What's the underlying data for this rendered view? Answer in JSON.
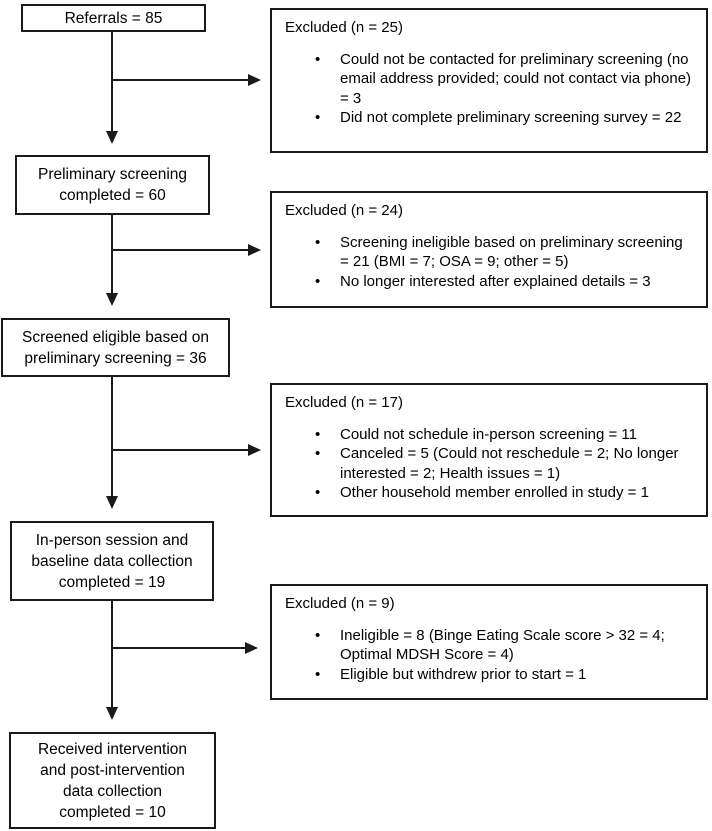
{
  "colors": {
    "background": "#ffffff",
    "border": "#1a1a1a",
    "text": "#000000"
  },
  "diagram": {
    "steps": [
      {
        "id": "referrals",
        "label": "Referrals = 85"
      },
      {
        "id": "preliminary-screening",
        "label": "Preliminary screening\ncompleted = 60"
      },
      {
        "id": "screened-eligible",
        "label": "Screened eligible based on\npreliminary screening = 36"
      },
      {
        "id": "in-person-session",
        "label": "In-person session and\nbaseline data collection\ncompleted = 19"
      },
      {
        "id": "received-intervention",
        "label": "Received intervention\nand post-intervention\ndata collection\ncompleted = 10"
      }
    ],
    "exclusions": [
      {
        "title": "Excluded (n = 25)",
        "items": [
          "Could not be contacted for preliminary screening (no email address provided; could not contact via phone) = 3",
          "Did not complete preliminary screening survey = 22"
        ]
      },
      {
        "title": "Excluded (n = 24)",
        "items": [
          "Screening ineligible based on preliminary screening = 21 (BMI = 7; OSA = 9; other = 5)",
          "No longer interested after explained details = 3"
        ]
      },
      {
        "title": "Excluded (n = 17)",
        "items": [
          "Could not schedule in-person screening = 11",
          "Canceled = 5 (Could not reschedule = 2; No longer interested = 2; Health issues = 1)",
          "Other household member enrolled in study = 1"
        ]
      },
      {
        "title": "Excluded (n = 9)",
        "items": [
          "Ineligible = 8 (Binge Eating Scale score > 32 = 4; Optimal MDSH Score = 4)",
          "Eligible but withdrew prior to start = 1"
        ]
      }
    ]
  }
}
